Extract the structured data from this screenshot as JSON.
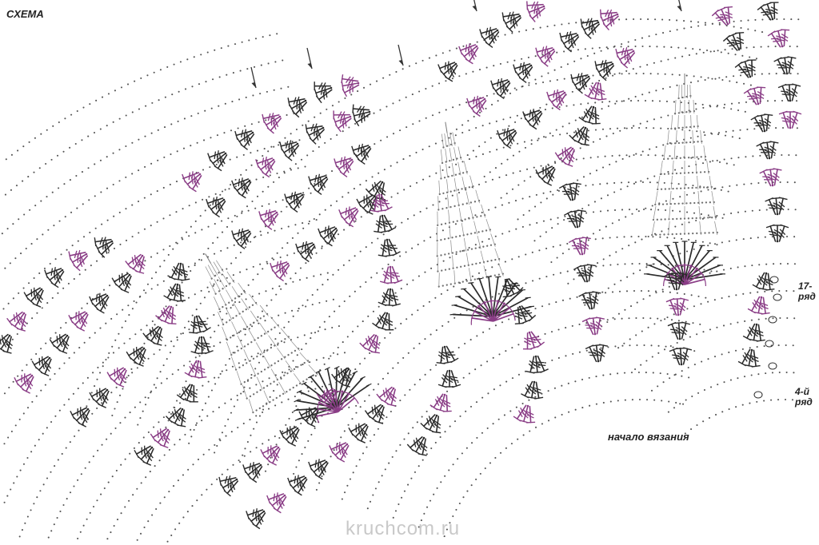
{
  "title": "СХЕМА",
  "start_label": "начало вязания",
  "row_labels": [
    {
      "line1": "17-",
      "line2": "ряд"
    },
    {
      "line1": "4-й",
      "line2": "ряд"
    }
  ],
  "watermark": "kruchcom.ru",
  "colors": {
    "stitch_dark": "#2b2b2b",
    "stitch_accent": "#8a3d86",
    "chain_dots": "#555555",
    "arrow": "#333333",
    "background": "#ffffff"
  },
  "symbols": [
    "treble-crochet-cluster",
    "chain-stitch",
    "pineapple-motif",
    "fan-shell",
    "row-start-arrow"
  ]
}
